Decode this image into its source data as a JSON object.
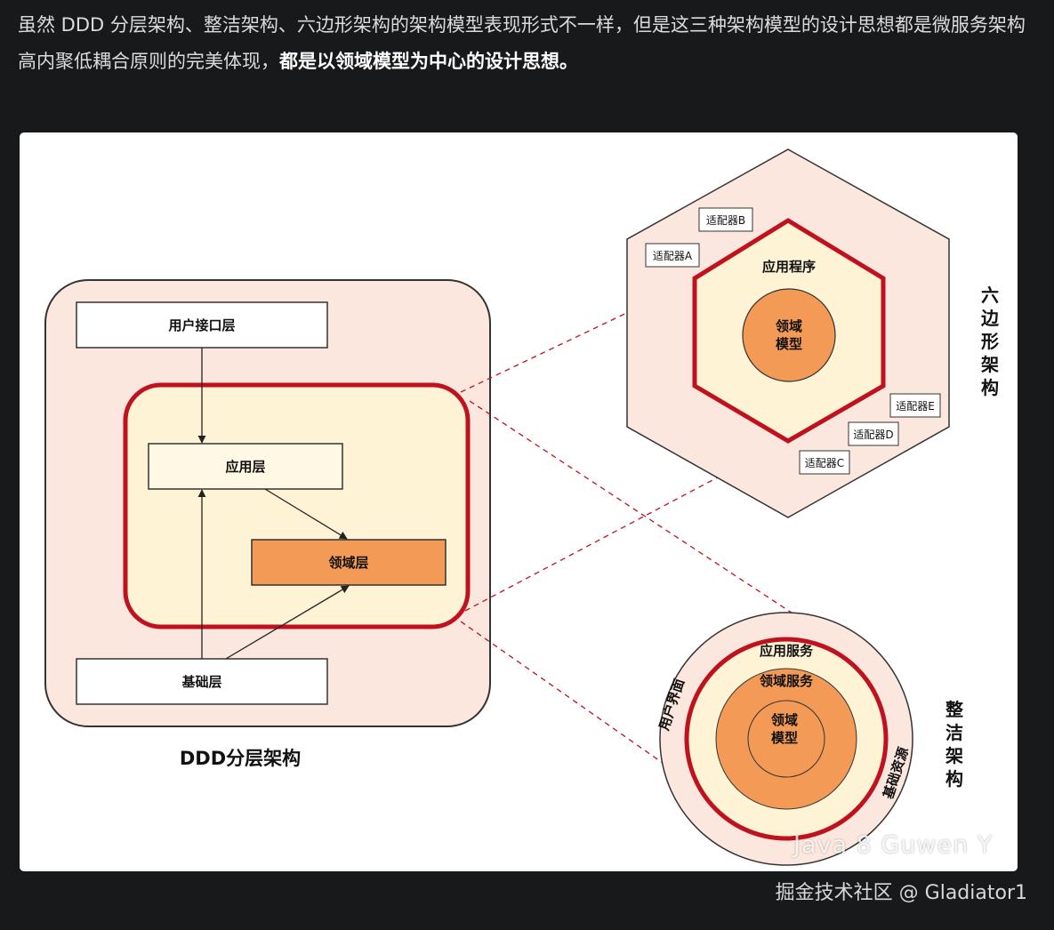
{
  "intro": {
    "text": "虽然 DDD 分层架构、整洁架构、六边形架构的架构模型表现形式不一样，但是这三种架构模型的设计思想都是微服务架构高内聚低耦合原则的完美体现，",
    "bold": "都是以领域模型为中心的设计思想。"
  },
  "layered": {
    "title": "DDD分层架构",
    "user_interface": "用户接口层",
    "application": "应用层",
    "domain": "领域层",
    "infrastructure": "基础层"
  },
  "hexagonal": {
    "title": "六边形架构",
    "application": "应用程序",
    "domain_line1": "领域",
    "domain_line2": "模型",
    "adapters": [
      "适配器A",
      "适配器B",
      "适配器C",
      "适配器D",
      "适配器E"
    ]
  },
  "clean": {
    "title": "整洁架构",
    "app_services": "应用服务",
    "domain_services": "领域服务",
    "domain_line1": "领域",
    "domain_line2": "模型",
    "ui": "用户界面",
    "infra": "基础资源"
  },
  "watermark": "Java 8 Guwen Y",
  "footer": "掘金技术社区 @ Gladiator1",
  "colors": {
    "outer_fill": "#fbe7dd",
    "inner_fill": "#fff3d6",
    "domain_fill": "#f39a56",
    "red": "#c0111f"
  }
}
